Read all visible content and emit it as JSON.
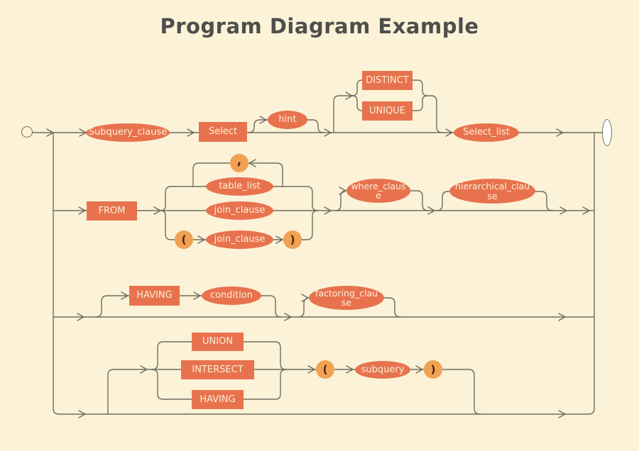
{
  "title": "Program Diagram Example",
  "colors": {
    "background": "#FBF2D7",
    "node_fill": "#E8724E",
    "literal_circle_fill": "#F0A152",
    "connector_line": "#6E6E60",
    "title_text": "#4E4E4C",
    "node_text": "#FAF0D6",
    "end_terminal_fill": "#FFFFFF"
  },
  "nodes": {
    "subquery_clause": "Subquery_clause",
    "select": "Select",
    "hint": "hint",
    "distinct": "DISTINCT",
    "unique": "UNIQUE",
    "select_list": "Select_list",
    "from": "FROM",
    "comma": ",",
    "table_list": "table_list",
    "join_clause_1": "join_clause",
    "paren_open_1": "(",
    "join_clause_2": "join_clause",
    "paren_close_1": ")",
    "where_clause": "where_clause",
    "hierarchical_clause": "hierarchical_clause",
    "having_1": "HAVING",
    "condition": "condition",
    "factoring_clause": "factoring_clause",
    "union": "UNION",
    "intersect": "INTERSECT",
    "having_2": "HAVING",
    "paren_open_2": "(",
    "subquery": "subquery",
    "paren_close_2": ")"
  }
}
